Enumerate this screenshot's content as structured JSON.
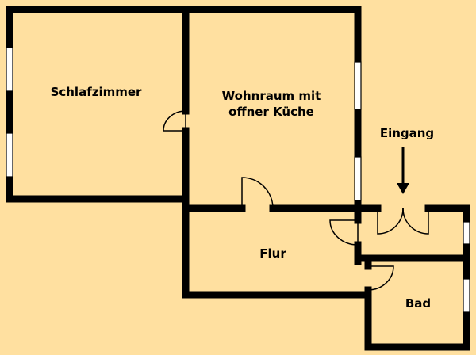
{
  "rooms": {
    "bedroom": "Schlafzimmer",
    "living_line1": "Wohnraum mit",
    "living_line2": "offner Küche",
    "hall": "Flur",
    "bath": "Bad"
  },
  "entrance": "Eingang",
  "colors": {
    "background": "#FFE0A0",
    "walls": "#000000",
    "windows": "#FFFFFF"
  }
}
